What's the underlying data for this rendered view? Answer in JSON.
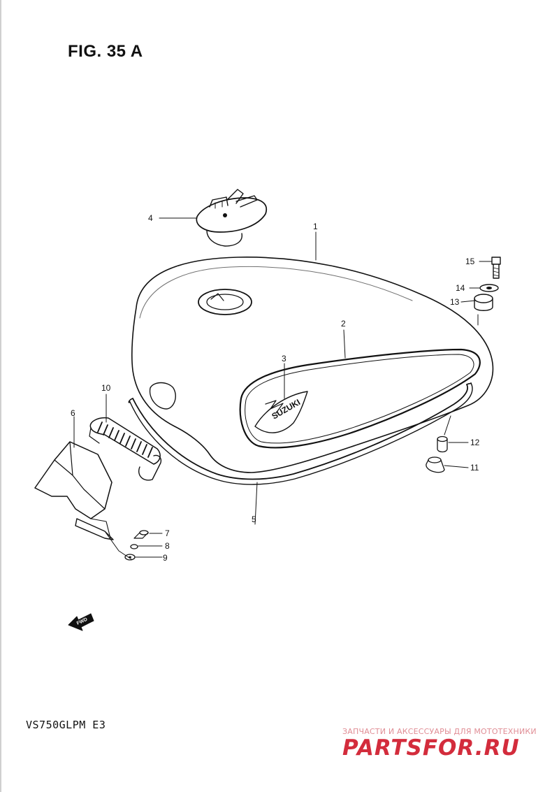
{
  "figure": {
    "title": "FIG. 35 A"
  },
  "model": {
    "code": "VS750GLPM  E3"
  },
  "badge_text": "SUZUKI",
  "fwd_icon_text": "FWD",
  "callouts": [
    {
      "id": "1",
      "label": "1"
    },
    {
      "id": "2",
      "label": "2"
    },
    {
      "id": "3",
      "label": "3"
    },
    {
      "id": "4",
      "label": "4"
    },
    {
      "id": "5",
      "label": "5"
    },
    {
      "id": "6",
      "label": "6"
    },
    {
      "id": "7",
      "label": "7"
    },
    {
      "id": "8",
      "label": "8"
    },
    {
      "id": "9",
      "label": "9"
    },
    {
      "id": "10",
      "label": "10"
    },
    {
      "id": "11",
      "label": "11"
    },
    {
      "id": "12",
      "label": "12"
    },
    {
      "id": "13",
      "label": "13"
    },
    {
      "id": "14",
      "label": "14"
    },
    {
      "id": "15",
      "label": "15"
    }
  ],
  "watermark": {
    "tagline": "ЗАПЧАСТИ И АКСЕССУАРЫ ДЛЯ МОТОТЕХНИКИ",
    "logo": "PARTSFOR.RU",
    "color": "#cf1627"
  }
}
